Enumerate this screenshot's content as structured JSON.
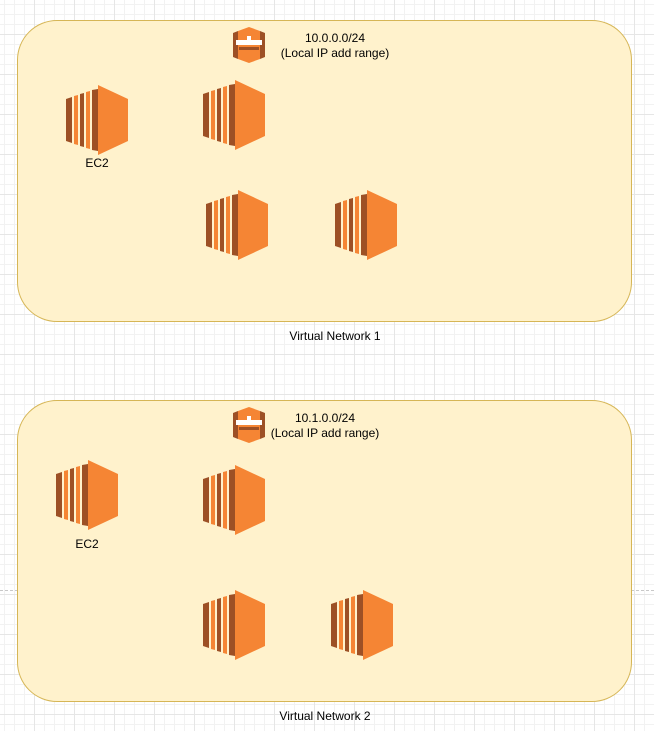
{
  "networks": [
    {
      "name": "Virtual Network 1",
      "cidr": "10.0.0.0/24",
      "cidr_note": "(Local IP add range)",
      "instance_label": "EC2"
    },
    {
      "name": "Virtual Network 2",
      "cidr": "10.1.0.0/24",
      "cidr_note": "(Local IP add range)",
      "instance_label": "EC2"
    }
  ],
  "icons": {
    "network": "vpc-router-icon",
    "instance": "ec2-instance-icon"
  },
  "colors": {
    "box_fill": "#fff2cc",
    "box_border": "#d6b656",
    "icon_orange": "#f58534",
    "icon_dark": "#9d5025"
  }
}
